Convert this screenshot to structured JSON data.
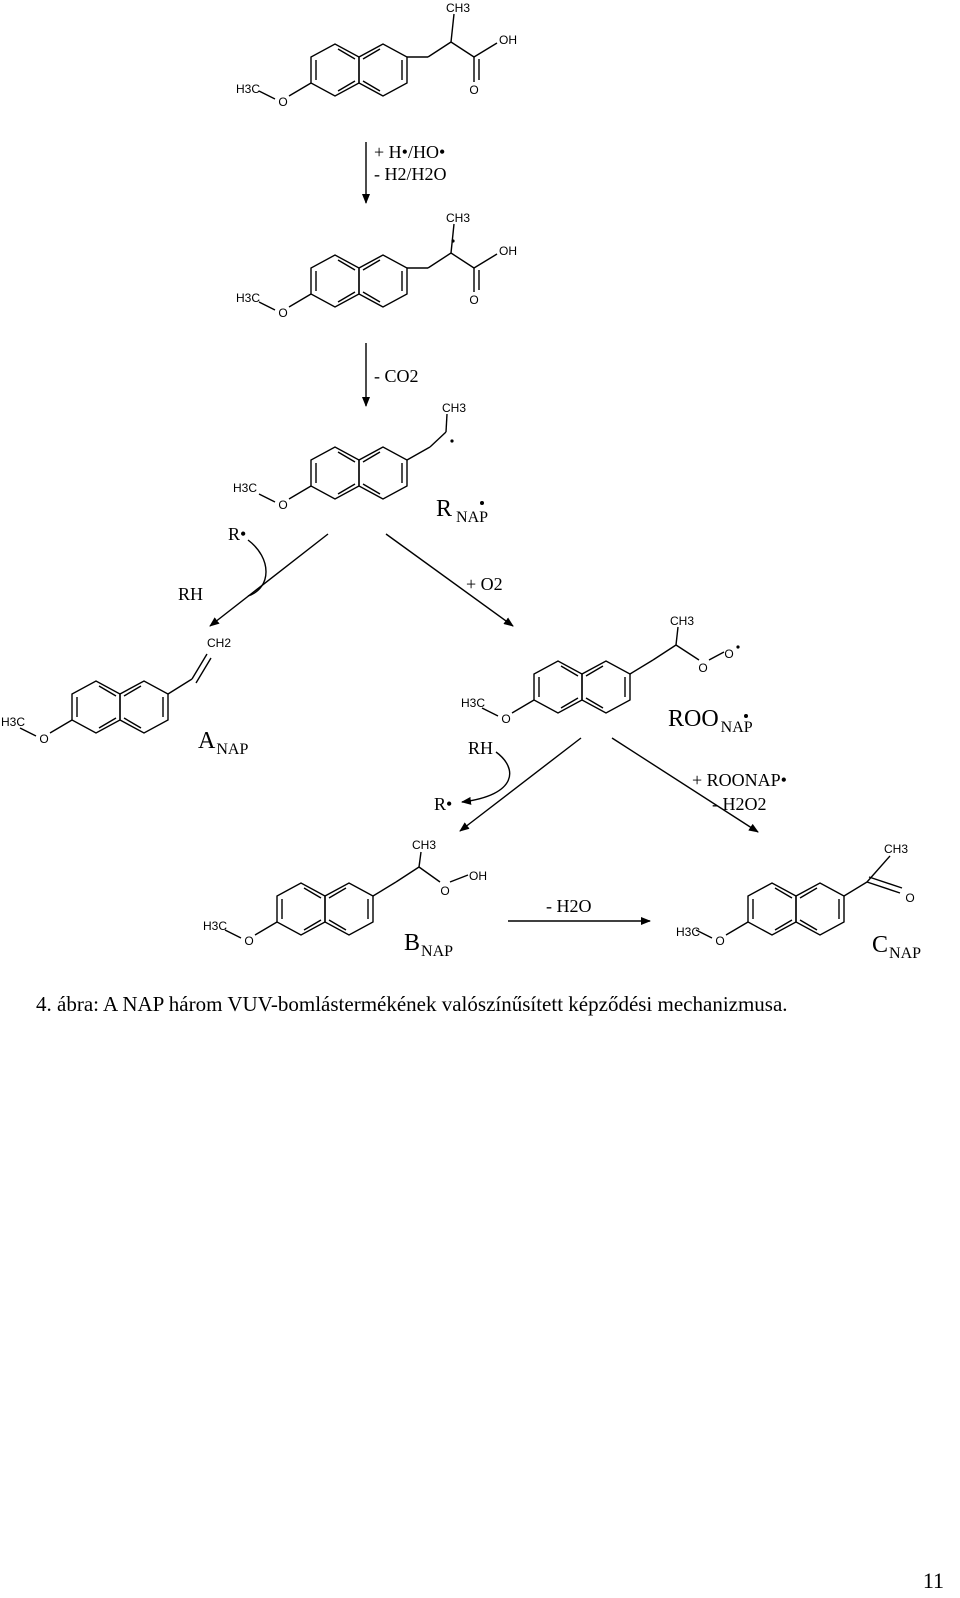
{
  "molecules": {
    "naproxen": {
      "methyl": "CH3",
      "methoxy": "H3C",
      "oxygen": "O",
      "acid_oxygen": "O",
      "hydroxyl": "OH"
    },
    "acyloxy_radical": {
      "methyl": "CH3",
      "methoxy": "H3C",
      "oxygen": "O",
      "acid_oxygen": "O",
      "hydroxyl": "OH"
    },
    "r_nap": {
      "methyl": "CH3",
      "methoxy": "H3C",
      "oxygen": "O",
      "label_main": "R",
      "label_sub": "NAP"
    },
    "a_nap": {
      "methylene": "CH2",
      "methoxy": "H3C",
      "oxygen": "O",
      "label_main": "A",
      "label_sub": "NAP"
    },
    "roo_nap": {
      "methyl": "CH3",
      "methoxy": "H3C",
      "oxygen": "O",
      "peroxy_o1": "O",
      "peroxy_o2": "O",
      "label_main": "ROO",
      "label_sub": "NAP"
    },
    "b_nap": {
      "methyl": "CH3",
      "methoxy": "H3C",
      "oxygen": "O",
      "peroxy_o": "O",
      "hydroxyl": "OH",
      "label_main": "B",
      "label_sub": "NAP"
    },
    "c_nap": {
      "methyl": "CH3",
      "methoxy": "H3C",
      "oxygen": "O",
      "ketone_o": "O",
      "label_main": "C",
      "label_sub": "NAP"
    }
  },
  "conditions": {
    "step1_line1": "+ H•/HO•",
    "step1_line2": "- H2/H2O",
    "step2": "- CO2",
    "to_a_radical": "R•",
    "to_a_rh": "RH",
    "to_roo": "+ O2",
    "to_b_rh": "RH",
    "to_b_radical": "R•",
    "to_c_line1": "+ ROONAP•",
    "to_c_line2": "- H2O2",
    "b_to_c": "- H2O"
  },
  "caption": "4. ábra: A NAP három VUV-bomlástermékének valószínűsített képződési mechanizmusa.",
  "page_number": "11"
}
